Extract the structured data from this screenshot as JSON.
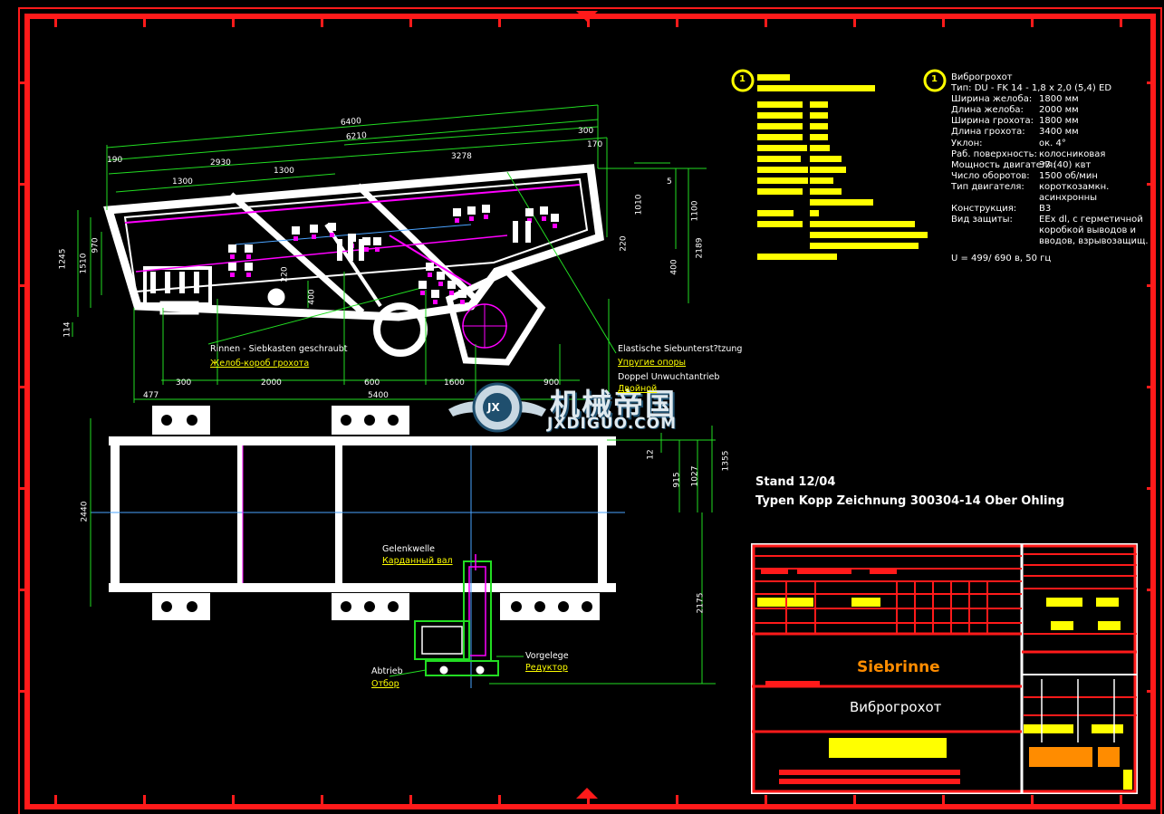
{
  "colors": {
    "frame": "#ff1a1a",
    "structure": "#ffffff",
    "dimension": "#22dd22",
    "accent": "#ff00ff",
    "highlight": "#ffff00",
    "orange": "#ff8c00"
  },
  "spec_ru": {
    "circle_label": "1",
    "heading": "Виброгрохот",
    "type_line": "Тип:  DU - FK 14 - 1,8 x 2,0 (5,4) ED",
    "rows": [
      {
        "label": "Ширина желоба:",
        "value": "1800 мм"
      },
      {
        "label": "Длина желоба:",
        "value": "2000 мм"
      },
      {
        "label": "Ширина грохота:",
        "value": "1800 мм"
      },
      {
        "label": "Длина грохота:",
        "value": "3400 мм"
      },
      {
        "label": "Уклон:",
        "value": "ок. 4°"
      },
      {
        "label": "Раб. поверхность:",
        "value": "колосниковая"
      },
      {
        "label": "Мощность двигателя:",
        "value": "37 (40) квт"
      },
      {
        "label": "Число оборотов:",
        "value": "1500 об/мин"
      },
      {
        "label": "Тип двигателя:",
        "value": "короткозамкн."
      },
      {
        "label": "",
        "value": "асинхронны"
      },
      {
        "label": "Конструкция:",
        "value": "B3"
      },
      {
        "label": "Вид защиты:",
        "value": "EEx dl, с герметичной"
      },
      {
        "label": "",
        "value": "коробкой выводов и"
      },
      {
        "label": "",
        "value": "вводов, взрывозащищ."
      }
    ],
    "voltage": "U = 499/ 690  в, 50 гц"
  },
  "spec_de": {
    "circle_label": "1"
  },
  "dims": {
    "d6400": "6400",
    "d6210": "6210",
    "d300": "300",
    "d170": "170",
    "d190": "190",
    "d2930": "2930",
    "d3278": "3278",
    "d1300a": "1300",
    "d1300b": "1300",
    "d1245": "1245",
    "d1510": "1510",
    "d970": "970",
    "d114": "114",
    "d1100": "1100",
    "d2189": "2189",
    "d220": "220",
    "d400a": "400",
    "d400b": "400",
    "d220b": "220",
    "d1010": "1010",
    "d5": "5",
    "d477": "477",
    "d300b": "300",
    "d2000": "2000",
    "d600": "600",
    "d1600": "1600",
    "d900": "900",
    "d5400": "5400",
    "d2440": "2440",
    "d1355": "1355",
    "d1027": "1027",
    "d915": "915",
    "d12": "12",
    "d2175": "2175"
  },
  "notes": {
    "rinnen": "Rinnen - Siebkasten geschraubt",
    "elastische": "Elastische Siebunterst?tzung",
    "doppel": "Doppel Unwuchtantrieb",
    "gelenkwelle": "Gelenkwelle",
    "vorgelege": "Vorgelege",
    "abtrieb": "Abtrieb"
  },
  "notes_ru": {
    "rinnen": "Желоб-короб грохота",
    "elastische": "Упругие опоры",
    "doppel": "Двойной",
    "gelenkwelle": "Карданный вал",
    "vorgelege": "Редуктор",
    "abtrieb": "Отбор"
  },
  "blurbs": {
    "line1": "Stand 12/04",
    "line2": "Typen Kopp Zeichnung 300304-14 Ober Ohling"
  },
  "titleblock": {
    "title_de": "Siebrinne",
    "title_ru": "Виброгрохот"
  },
  "watermark": {
    "cn": "机械帝国",
    "en": "JXDIGUO.COM",
    "logo": "JX"
  }
}
